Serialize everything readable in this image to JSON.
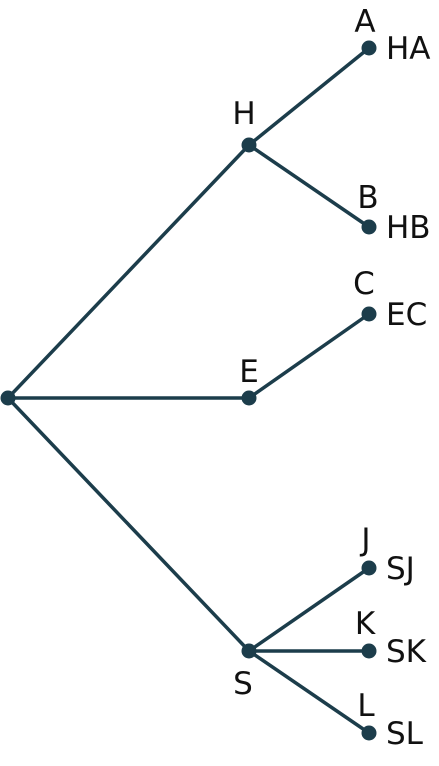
{
  "colors": {
    "line": "#1c3d4b",
    "node": "#1c3d4b",
    "text": "#111111"
  },
  "tree": {
    "root": {
      "id": "root",
      "label": ""
    },
    "branches": [
      {
        "id": "H",
        "label": "H",
        "leaves": [
          {
            "id": "A",
            "label": "A",
            "outcome": "HA"
          },
          {
            "id": "B",
            "label": "B",
            "outcome": "HB"
          }
        ]
      },
      {
        "id": "E",
        "label": "E",
        "leaves": [
          {
            "id": "C",
            "label": "C",
            "outcome": "EC"
          }
        ]
      },
      {
        "id": "S",
        "label": "S",
        "leaves": [
          {
            "id": "J",
            "label": "J",
            "outcome": "SJ"
          },
          {
            "id": "K",
            "label": "K",
            "outcome": "SK"
          },
          {
            "id": "L",
            "label": "L",
            "outcome": "SL"
          }
        ]
      }
    ]
  }
}
